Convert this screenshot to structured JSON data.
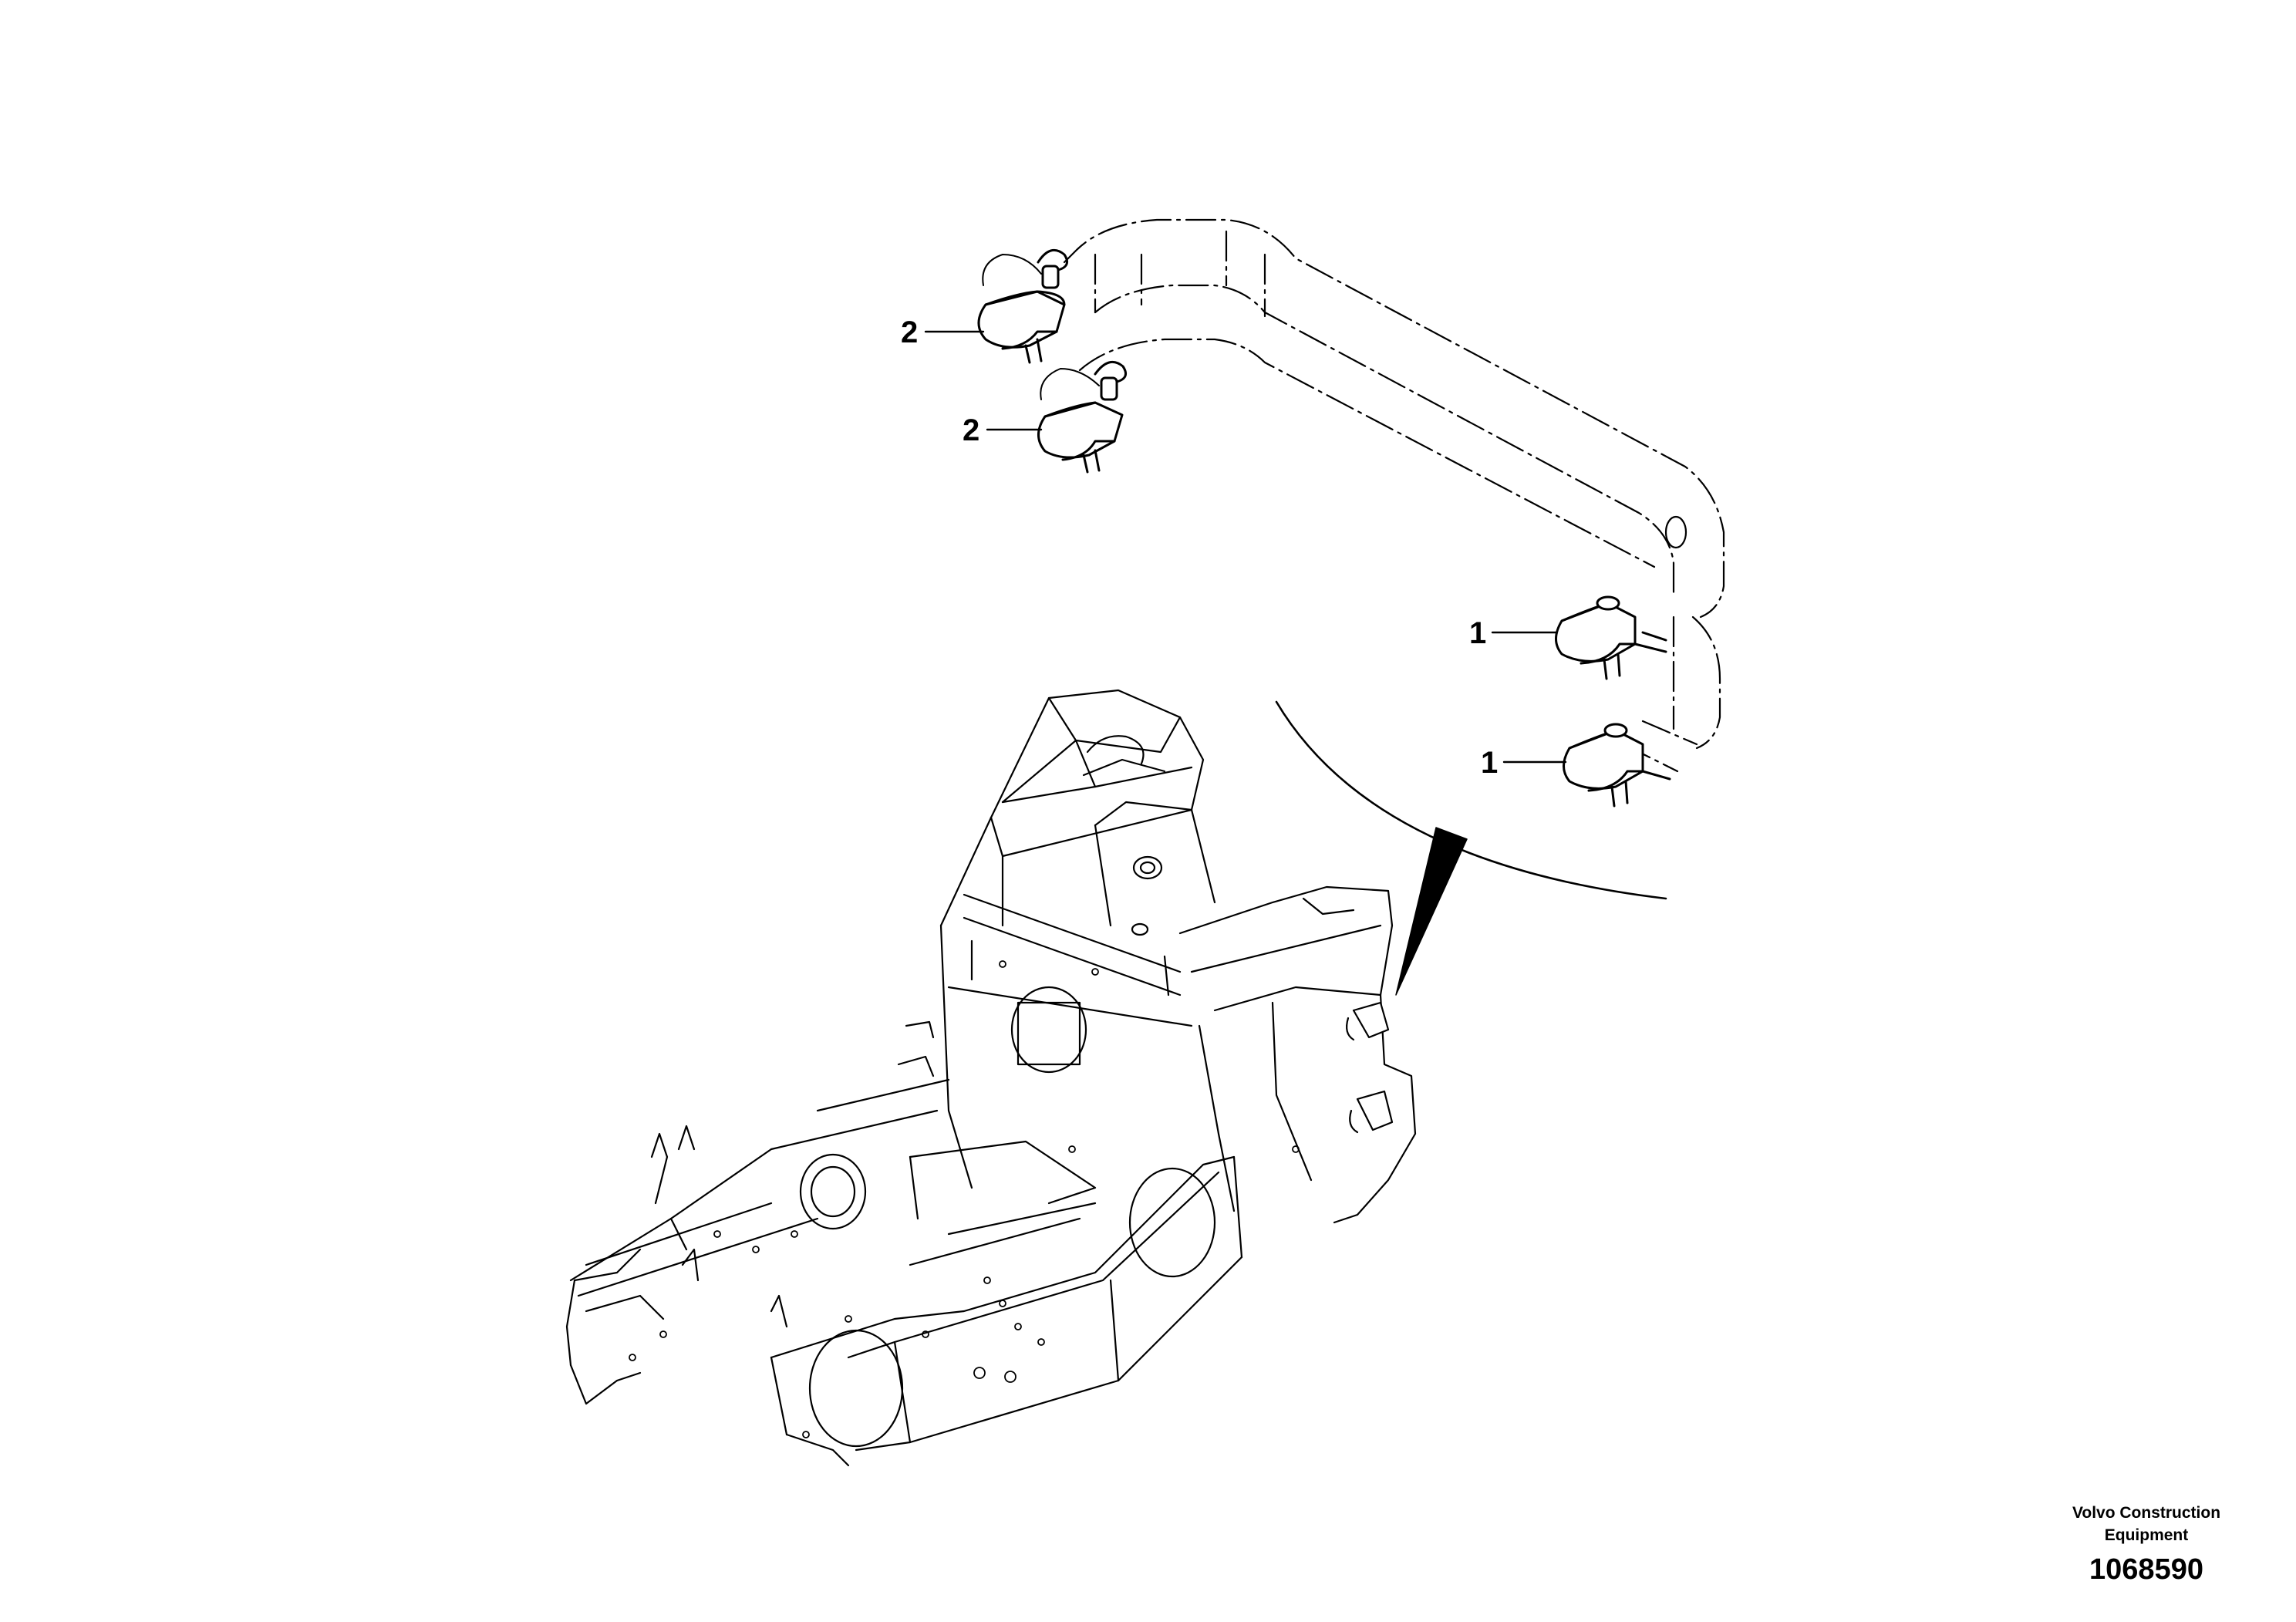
{
  "callouts": [
    {
      "id": "c1",
      "label": "2"
    },
    {
      "id": "c2",
      "label": "2"
    },
    {
      "id": "c3",
      "label": "1"
    },
    {
      "id": "c4",
      "label": "1"
    }
  ],
  "footer": {
    "brand_line1": "Volvo Construction",
    "brand_line2": "Equipment",
    "drawing_number": "1068590"
  },
  "colors": {
    "ink": "#000000",
    "background": "#ffffff"
  }
}
